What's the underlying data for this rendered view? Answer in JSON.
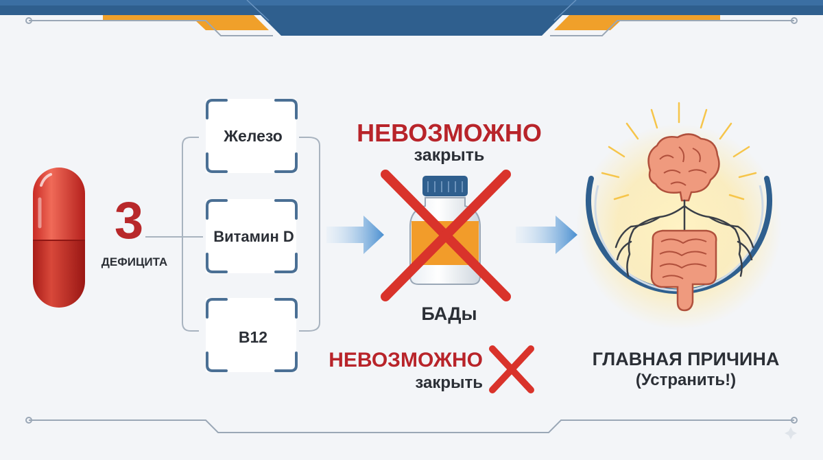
{
  "deficiency": {
    "count": "3",
    "label": "ДЕФИЦИТА",
    "items": [
      "Железо",
      "Витамин D",
      "B12"
    ]
  },
  "supplements": {
    "warning": "НЕВОЗМОЖНО",
    "warning_sub": "закрыть",
    "label": "БАДы",
    "warning2": "НЕВОЗМОЖНО",
    "warning2_sub": "закрыть"
  },
  "root_cause": {
    "title": "ГЛАВНАЯ ПРИЧИНА",
    "action": "(Устранить!)"
  },
  "colors": {
    "navy": "#2f5f8e",
    "orange": "#f0a02a",
    "red": "#c8322c",
    "arrow_blue": "#4a8fd0",
    "text": "#2b2f36"
  },
  "icons": [
    "capsule-icon",
    "bracket-frame-icon",
    "arrow-right-icon",
    "supplement-bottle-icon",
    "cross-icon",
    "brain-gut-icon"
  ]
}
